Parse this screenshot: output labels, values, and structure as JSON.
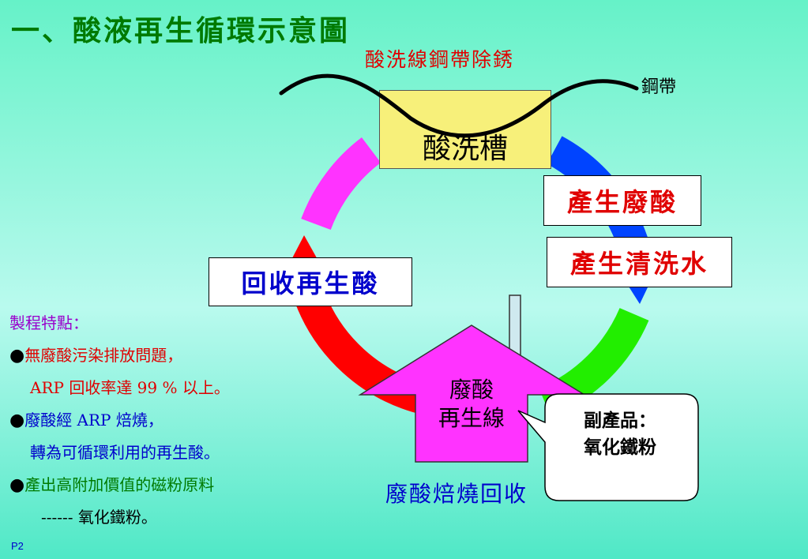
{
  "slide": {
    "title": "一、酸液再生循環示意圖",
    "subtitle": "酸洗線鋼帶除銹",
    "page_number": "P2"
  },
  "diagram": {
    "strip_label": "鋼帶",
    "pickling_tank": "酸洗槽",
    "waste_acid": "產生廢酸",
    "rinse_water": "產生清洗水",
    "recycled_acid": "回收再生酸",
    "regeneration_line": [
      "廢酸",
      "再生線"
    ],
    "byproduct": [
      "副產品：",
      "氧化鐵粉"
    ],
    "roasting_caption": "廢酸焙燒回收"
  },
  "features": {
    "heading": "製程特點：",
    "bullet_symbol": "●",
    "items": [
      {
        "lines": [
          "無廢酸污染排放問題，",
          "ARP 回收率達 99 % 以上。"
        ],
        "color": "#e00000"
      },
      {
        "lines": [
          "廢酸經 ARP 焙燒，",
          "轉為可循環利用的再生酸。"
        ],
        "color": "#0000cc"
      },
      {
        "lines": [
          "產出高附加價值的磁粉原料",
          "------ 氧化鐵粉。"
        ],
        "color": "#007a00"
      }
    ],
    "heading_color": "#9900cc"
  },
  "colors": {
    "title": "#007a00",
    "subtitle": "#e00000",
    "arc_magenta": "#ff33ff",
    "arc_blue": "#0044ff",
    "arc_green": "#22ee00",
    "arc_red": "#ff0000",
    "tank_fill": "#f7f07a",
    "regen_fill": "#ff33ff"
  }
}
